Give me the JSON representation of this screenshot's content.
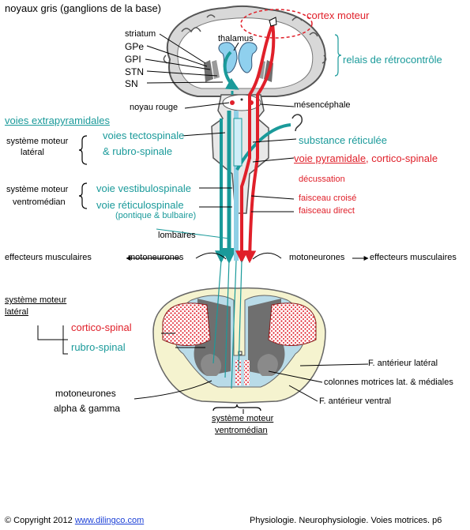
{
  "labels": {
    "basal_ganglia": "noyaux gris (ganglions de la base)",
    "striatum": "striatum",
    "gpe": "GPe",
    "gpi": "GPI",
    "stn": "STN",
    "sn": "SN",
    "thalamus": "thalamus",
    "motor_cortex": "cortex moteur",
    "feedback_relay": "relais de rétrocontrôle",
    "red_nucleus": "noyau rouge",
    "midbrain": "mésencéphale",
    "extrapyramidal": "voies extrapyramidales",
    "lateral_system_line1": "système moteur",
    "lateral_system_line2": "latéral",
    "tectospinal": "voies tectospinale",
    "rubrospinal_path": "& rubro-spinale",
    "reticular_substance": "substance réticulée",
    "pyramidal": "voie pyramidale",
    "corticospinal_suffix": ", cortico-spinale",
    "decussation": "décussation",
    "ventromedial_line1": "système moteur",
    "ventromedial_line2": "ventromédian",
    "vestibulospinal": "voie vestibulospinale",
    "reticulospinal": "voie réticulospinale",
    "reticulospinal_sub": "(pontique & bulbaire)",
    "crossed_bundle": "faisceau croisé",
    "direct_bundle": "faisceau direct",
    "lumbar": "lombaires",
    "effectors": "effecteurs musculaires",
    "motoneurons": "motoneurones",
    "lateral_system_bottom_line1": "système moteur",
    "lateral_system_bottom_line2": "latéral",
    "corticospinal": "cortico-spinal",
    "rubrospinal": "rubro-spinal",
    "ant_lateral_tract": "F.  antérieur latéral",
    "motor_columns": "colonnes motrices lat. & médiales",
    "ant_ventral_tract": "F.  antérieur ventral",
    "motoneurons_alpha_gamma_line1": "motoneurones",
    "motoneurons_alpha_gamma_line2": "alpha & gamma",
    "ventromedial_bottom_line1": "système moteur",
    "ventromedial_bottom_line2": "ventromédian"
  },
  "footer": {
    "copyright": "© Copyright 2012",
    "site": "www.dilingco.com",
    "breadcrumb": "Physiologie. Neurophysiologie. Voies motrices. p6"
  },
  "colors": {
    "teal": "#1a9a9a",
    "red": "#e0202a",
    "gray": "#7a7a7a",
    "light_blue": "#a9d3e6",
    "cream": "#f5f3cf"
  }
}
